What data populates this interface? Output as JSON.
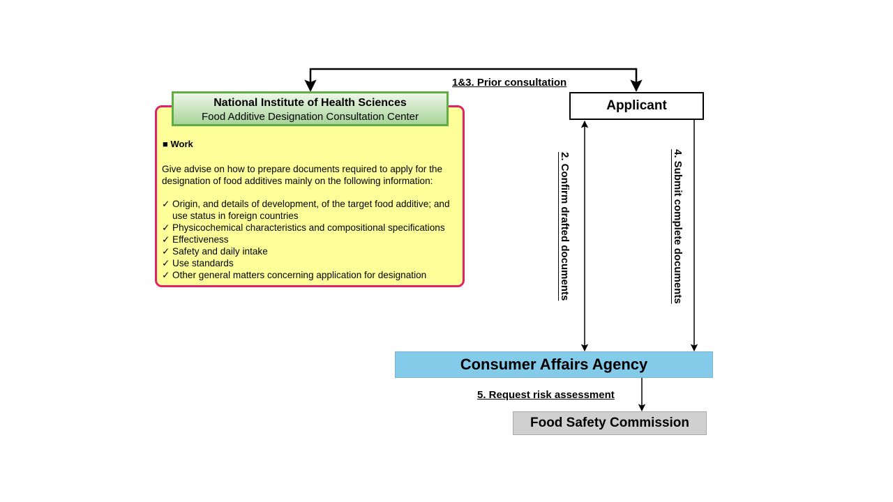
{
  "nihs": {
    "title": "National Institute of Health Sciences",
    "subtitle": "Food Additive Designation Consultation Center",
    "work_heading": "■ Work",
    "intro": "Give advise on how to prepare documents required to apply for the designation of food additives mainly on the following information:",
    "items": [
      "Origin, and details of development, of the target food additive; and use status in foreign countries",
      "Physicochemical characteristics and compositional specifications",
      "Effectiveness",
      "Safety and daily intake",
      "Use standards",
      "Other general matters concerning application for designation"
    ]
  },
  "applicant": "Applicant",
  "consumer_affairs_agency": "Consumer Affairs Agency",
  "food_safety_commission": "Food Safety Commission",
  "steps": {
    "prior_consultation": "1&3.  Prior consultation",
    "confirm_drafted": "2. Confirm drafted documents",
    "submit_complete": "4. Submit complete documents",
    "request_risk": "5.  Request risk assessment"
  },
  "tick_symbol": "✓"
}
